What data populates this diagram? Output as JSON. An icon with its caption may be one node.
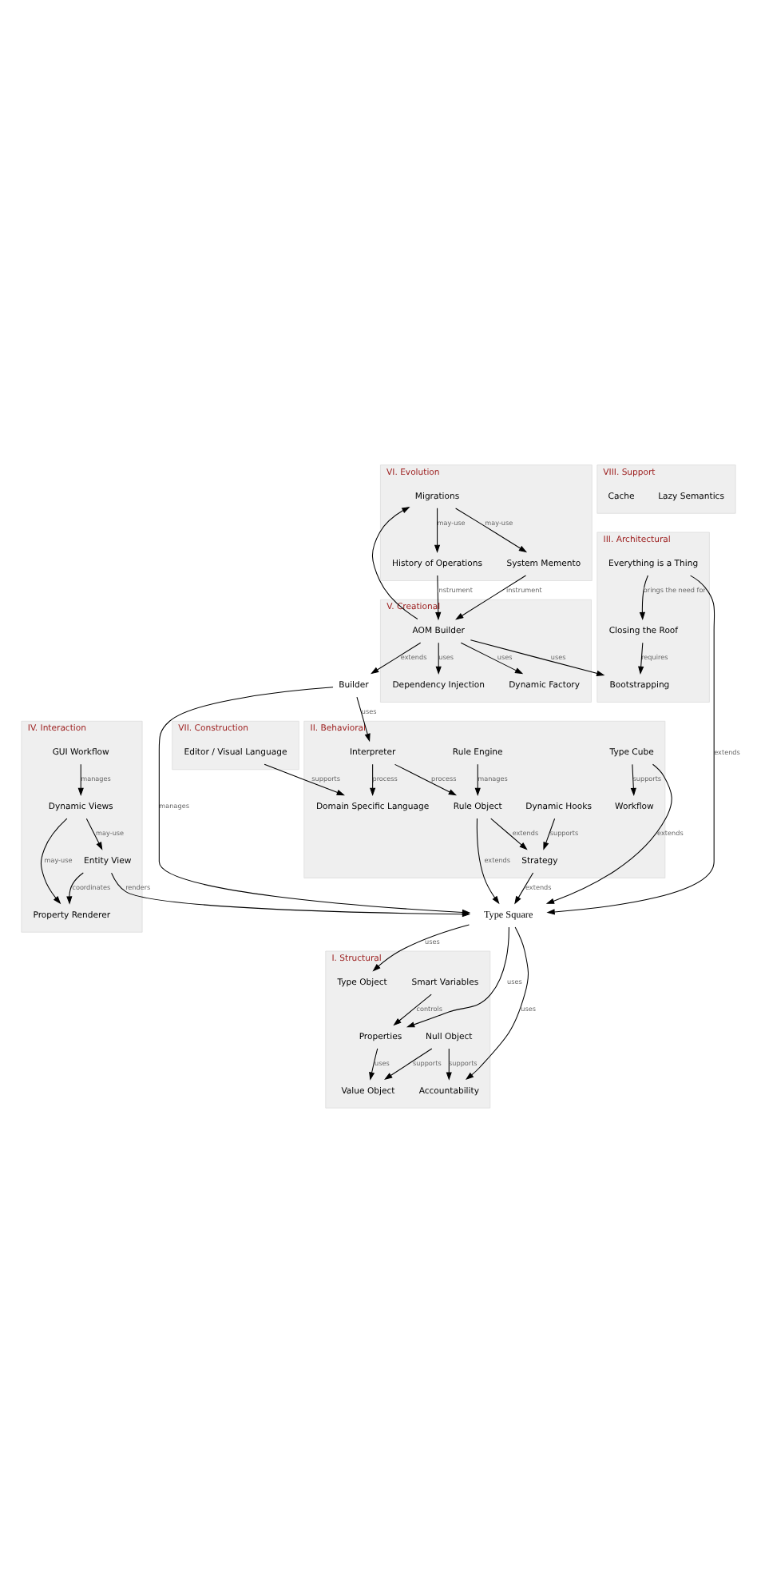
{
  "diagram": {
    "nodes": [
      {
        "text": [
          "Type Square"
        ]
      },
      {
        "text": [
          "IV. Interaction"
        ]
      },
      {
        "text": [
          "GUI Workflow"
        ],
        "in": 1
      },
      {
        "text": [
          "Property Renderer"
        ],
        "in": 1
      },
      {
        "text": [
          "Dynamic Views"
        ],
        "in": 1
      },
      {
        "text": [
          "Entity View"
        ],
        "in": 1
      },
      {
        "text": [
          "I. Structural"
        ]
      },
      {
        "text": [
          "Properties"
        ],
        "in": 6
      },
      {
        "text": [
          "Smart Variables"
        ],
        "in": 6
      },
      {
        "text": [
          "Type Object"
        ],
        "in": 6
      },
      {
        "text": [
          "Value Object"
        ],
        "in": 6
      },
      {
        "text": [
          "Accountability"
        ],
        "in": 6
      },
      {
        "text": [
          "Null Object"
        ],
        "in": 6
      },
      {
        "text": [
          "II. Behavioral"
        ]
      },
      {
        "text": [
          "Workflow"
        ],
        "in": 13
      },
      {
        "text": [
          "Type Cube"
        ],
        "in": 13
      },
      {
        "text": [
          "Dynamic Hooks"
        ],
        "in": 13
      },
      {
        "text": [
          "Strategy"
        ],
        "in": 13
      },
      {
        "text": [
          "Rule Engine"
        ],
        "in": 13
      },
      {
        "text": [
          "Rule Object"
        ],
        "in": 13
      },
      {
        "text": [
          "Domain Specific Language"
        ],
        "in": 13
      },
      {
        "text": [
          "Interpreter"
        ],
        "in": 13
      },
      {
        "text": [
          "Builder"
        ]
      },
      {
        "text": [
          "III. Architectural"
        ]
      },
      {
        "text": [
          "Everything is a Thing"
        ],
        "in": 23
      },
      {
        "text": [
          "Bootstrapping"
        ],
        "in": 23
      },
      {
        "text": [
          "Closing the Roof"
        ],
        "in": 23
      },
      {
        "text": [
          "VII. Construction"
        ]
      },
      {
        "text": [
          "Editor / Visual Language"
        ],
        "in": 27
      },
      {
        "text": [
          "V. Creational"
        ]
      },
      {
        "text": [
          "Dependency Injection"
        ],
        "in": 29
      },
      {
        "text": [
          "AOM Builder"
        ],
        "in": 29
      },
      {
        "text": [
          "Dynamic Factory"
        ],
        "in": 29
      },
      {
        "text": [
          "VI. Evolution"
        ]
      },
      {
        "text": [
          "System Memento"
        ],
        "in": 33
      },
      {
        "text": [
          "Migrations"
        ],
        "in": 33
      },
      {
        "text": [
          "History of Operations"
        ],
        "in": 33
      },
      {
        "text": [
          "VIII. Support"
        ]
      },
      {
        "text": [
          "Lazy Semantics"
        ],
        "in": 37
      },
      {
        "text": [
          "Cache"
        ],
        "in": 37
      }
    ],
    "edges": [
      {
        "from": 2,
        "to": 4,
        "arrow": "to",
        "label": "manages"
      },
      {
        "from": 4,
        "to": 3,
        "arrow": "to",
        "label": "may-use"
      },
      {
        "from": 4,
        "to": 5,
        "arrow": "to",
        "label": "may-use"
      },
      {
        "from": 5,
        "to": 3,
        "arrow": "to",
        "label": "coordinates"
      },
      {
        "from": 5,
        "to": 0,
        "arrow": "to",
        "label": "renders"
      },
      {
        "from": 0,
        "to": 7,
        "arrow": "to",
        "label": "uses"
      },
      {
        "from": 0,
        "to": 9,
        "arrow": "to",
        "label": "uses"
      },
      {
        "from": 0,
        "to": 11,
        "arrow": "to",
        "label": "uses"
      },
      {
        "from": 8,
        "to": 7,
        "arrow": "to",
        "label": "controls"
      },
      {
        "from": 7,
        "to": 10,
        "arrow": "to",
        "label": "uses"
      },
      {
        "from": 12,
        "to": 10,
        "arrow": "to",
        "label": "supports"
      },
      {
        "from": 12,
        "to": 11,
        "arrow": "to",
        "label": "supports"
      },
      {
        "from": 15,
        "to": 14,
        "arrow": "to",
        "label": "supports"
      },
      {
        "from": 15,
        "to": 0,
        "arrow": "to",
        "label": "extends"
      },
      {
        "from": 16,
        "to": 17,
        "arrow": "to",
        "label": "supports"
      },
      {
        "from": 17,
        "to": 0,
        "arrow": "to",
        "label": "extends"
      },
      {
        "from": 19,
        "to": 17,
        "arrow": "to",
        "label": "extends"
      },
      {
        "from": 19,
        "to": 0,
        "arrow": "to",
        "label": "extends"
      },
      {
        "from": 18,
        "to": 19,
        "arrow": "to",
        "label": "manages"
      },
      {
        "from": 21,
        "to": 19,
        "arrow": "to",
        "label": "process"
      },
      {
        "from": 21,
        "to": 20,
        "arrow": "to",
        "label": "process"
      },
      {
        "from": 22,
        "to": 21,
        "arrow": "to",
        "label": "uses"
      },
      {
        "from": 22,
        "to": 0,
        "arrow": "to",
        "label": "manages"
      },
      {
        "from": 24,
        "to": 0,
        "arrow": "to",
        "label": "extends"
      },
      {
        "from": 24,
        "to": 26,
        "arrow": "to",
        "label": "brings the need for"
      },
      {
        "from": 26,
        "to": 25,
        "arrow": "to",
        "label": "requires"
      },
      {
        "from": 28,
        "to": 20,
        "arrow": "to",
        "label": "supports"
      },
      {
        "from": 31,
        "to": 22,
        "arrow": "to",
        "label": "extends"
      },
      {
        "from": 31,
        "to": 25,
        "arrow": "to",
        "label": "uses"
      },
      {
        "from": 31,
        "to": 30,
        "arrow": "to",
        "label": "uses"
      },
      {
        "from": 31,
        "to": 32,
        "arrow": "to",
        "label": "uses"
      },
      {
        "from": 31,
        "to": 35,
        "arrow": "to"
      },
      {
        "from": 34,
        "to": 31,
        "arrow": "to",
        "label": "instrument"
      },
      {
        "from": 36,
        "to": 31,
        "arrow": "to",
        "label": "instrument"
      },
      {
        "from": 35,
        "to": 34,
        "arrow": "to",
        "label": "may-use"
      },
      {
        "from": 35,
        "to": 36,
        "arrow": "to",
        "label": "may-use"
      }
    ]
  }
}
